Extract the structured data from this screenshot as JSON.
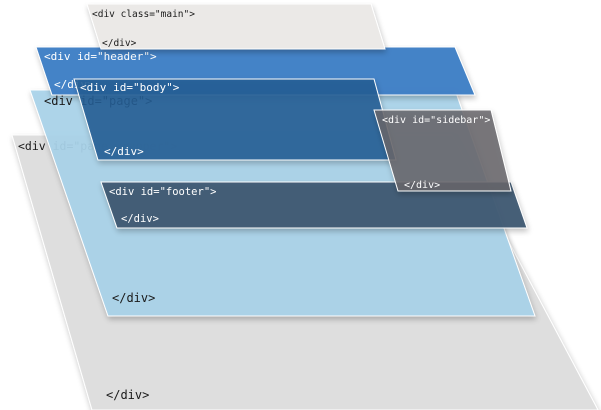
{
  "layers": {
    "page_wrapper": {
      "open_tag": "<div id=\"page-wrapper\">",
      "close_tag": "</div>",
      "color": "#dedede"
    },
    "page": {
      "open_tag": "<div id=\"page\">",
      "close_tag": "</div>",
      "color": "#a9d3ea"
    },
    "header": {
      "open_tag": "<div id=\"header\">",
      "close_tag": "</div>",
      "color": "#3d7fc6"
    },
    "main": {
      "open_tag": "<div class=\"main\">",
      "close_tag": "</div>",
      "color": "#ebe9e7"
    },
    "body": {
      "open_tag": "<div id=\"body\">",
      "close_tag": "</div>",
      "color": "#245f95"
    },
    "sidebar": {
      "open_tag": "<div id=\"sidebar\">",
      "close_tag": "</div>",
      "color": "#68666a"
    },
    "footer": {
      "open_tag": "<div id=\"footer\">",
      "close_tag": "</div>",
      "color": "#3f5a73"
    }
  }
}
